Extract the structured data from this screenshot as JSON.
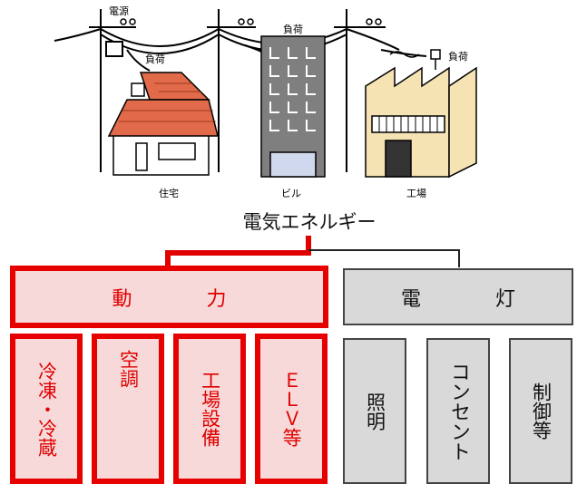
{
  "illustration": {
    "source_label": "電源",
    "load_label": "負荷",
    "house_label": "住宅",
    "building_label": "ビル",
    "factory_label": "工場"
  },
  "energy_title": "電気エネルギー",
  "power": {
    "label": "動　力",
    "items": [
      {
        "text": "冷凍・冷蔵"
      },
      {
        "text": "空調"
      },
      {
        "text": "工場設備"
      },
      {
        "text": "ＥＬＶ等"
      }
    ]
  },
  "lighting": {
    "label": "電　灯",
    "items": [
      {
        "text": "照明"
      },
      {
        "text": "コンセント"
      },
      {
        "text": "制御等"
      }
    ]
  },
  "colors": {
    "power_border": "#e60000",
    "power_fill": "#f7d9d9",
    "lighting_fill": "#d9d9d9"
  }
}
